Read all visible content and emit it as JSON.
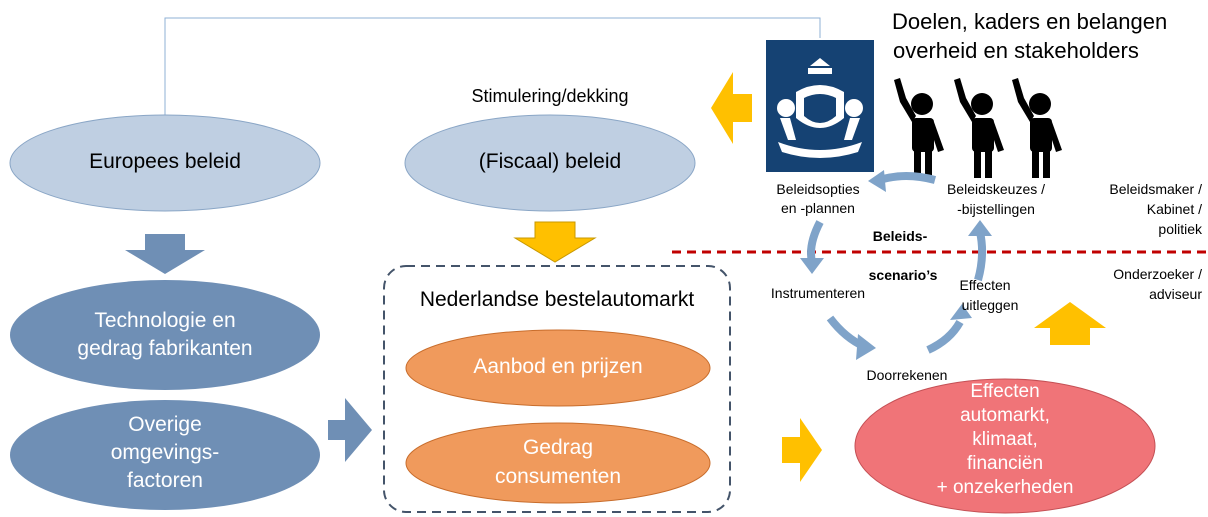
{
  "title": [
    "Doelen, kaders en belangen",
    "overheid en stakeholders"
  ],
  "nodes": {
    "europees_beleid": "Europees beleid",
    "fiscaal_beleid": "(Fiscaal) beleid",
    "stimulering": "Stimulering/dekking",
    "technologie": [
      "Technologie en",
      "gedrag fabrikanten"
    ],
    "overige": [
      "Overige",
      "omgevings-",
      "factoren"
    ],
    "markt_title": "Nederlandse bestelautomarkt",
    "aanbod": "Aanbod en prijzen",
    "gedrag": [
      "Gedrag",
      "consumenten"
    ],
    "effecten_big": [
      "Effecten",
      "automarkt,",
      "klimaat,",
      "financiën",
      "+ onzekerheden"
    ]
  },
  "cycle": {
    "beleidsopties": [
      "Beleidsopties",
      "en -plannen"
    ],
    "beleidskeuzes": [
      "Beleidskeuzes /",
      "-bijstellingen"
    ],
    "instrumenteren": "Instrumenteren",
    "doorrekenen": "Doorrekenen",
    "effecten_uitleggen": [
      "Effecten",
      "uitleggen"
    ],
    "scenario_top": "Beleids-",
    "scenario_bottom": "scenario’s"
  },
  "roles": {
    "upper": [
      "Beleidsmaker /",
      "Kabinet /",
      "politiek"
    ],
    "lower": [
      "Onderzoeker /",
      "adviseur"
    ]
  },
  "colors": {
    "light_blue": "#bfcfe2",
    "mid_blue": "#6f8fb5",
    "orange": "#f09a5c",
    "red": "#f07478",
    "yellow": "#ffc000",
    "navy": "#154273",
    "dashed_red": "#c00000"
  }
}
